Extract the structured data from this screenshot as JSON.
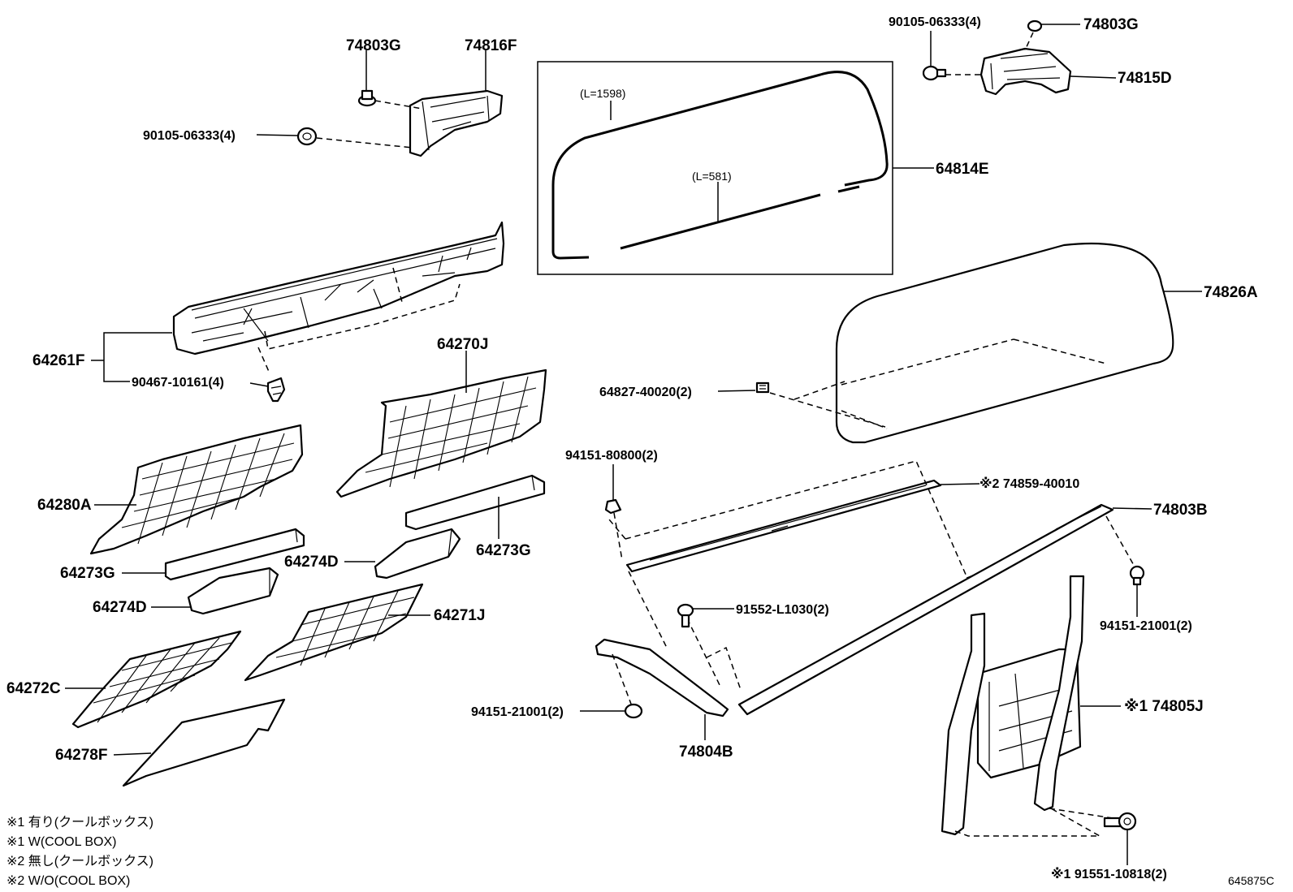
{
  "labels": {
    "p74803G_left": "74803G",
    "p74816F": "74816F",
    "p90105_left": "90105-06333(4)",
    "p90105_right": "90105-06333(4)",
    "p74803G_right": "74803G",
    "p74815D": "74815D",
    "p64814E": "64814E",
    "len1598": "(L=1598)",
    "len581": "(L=581)",
    "p74826A": "74826A",
    "p64261F": "64261F",
    "p90467": "90467-10161(4)",
    "p64270J": "64270J",
    "p64827": "64827-40020(2)",
    "p94151_80800": "94151-80800(2)",
    "p74859_40010": "※2 74859-40010",
    "p74803B": "74803B",
    "p64280A": "64280A",
    "p64273G_right": "64273G",
    "p64274D_right": "64274D",
    "p64273G_left": "64273G",
    "p64274D_left": "64274D",
    "p91552": "91552-L1030(2)",
    "p94151_21001_right": "94151-21001(2)",
    "p64271J": "64271J",
    "p64272C": "64272C",
    "p94151_21001_left": "94151-21001(2)",
    "p74805J": "※1 74805J",
    "p74804B": "74804B",
    "p64278F": "64278F",
    "p91551": "※1 91551-10818(2)",
    "diagram_id": "645875C"
  },
  "notes": [
    "※1 有り(クールボックス)",
    "※1 W(COOL BOX)",
    "※2 無し(クールボックス)",
    "※2 W/O(COOL BOX)"
  ]
}
